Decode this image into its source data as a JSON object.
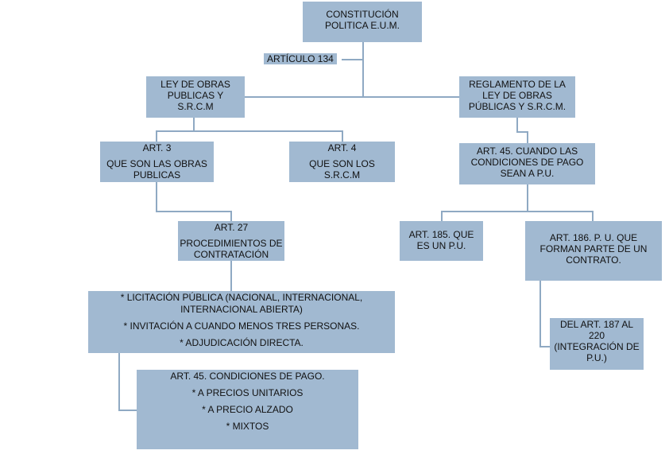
{
  "diagram": {
    "root": {
      "lines": [
        "CONSTITUCIÓN",
        "POLITICA E.U.M."
      ]
    },
    "article_label": "ARTÍCULO 134",
    "ley": {
      "lines": [
        "LEY DE OBRAS",
        "PUBLICAS Y",
        "S.R.C.M"
      ]
    },
    "reglamento": {
      "lines": [
        "REGLAMENTO DE LA",
        "LEY DE OBRAS",
        "PÚBLICAS Y S.R.C.M."
      ]
    },
    "art3": {
      "lines": [
        "ART. 3",
        "QUE SON LAS OBRAS",
        "PUBLICAS"
      ]
    },
    "art4": {
      "lines": [
        "ART. 4",
        "QUE SON LOS",
        "S.R.C.M"
      ]
    },
    "art45_reg": {
      "lines": [
        "ART. 45. CUANDO LAS",
        "CONDICIONES DE PAGO",
        "SEAN A P.U."
      ]
    },
    "art27": {
      "lines": [
        "ART. 27",
        "PROCEDIMIENTOS DE",
        "CONTRATACIÓN"
      ]
    },
    "art185": {
      "lines": [
        "ART. 185. QUE",
        "ES UN P.U."
      ]
    },
    "art186": {
      "lines": [
        "ART. 186. P. U. QUE",
        "FORMAN PARTE DE UN",
        "CONTRATO."
      ]
    },
    "procedimientos": {
      "lines": [
        "* LICITACIÓN PÚBLICA (NACIONAL, INTERNACIONAL,",
        "INTERNACIONAL ABIERTA)",
        "* INVITACIÓN A CUANDO MENOS TRES PERSONAS.",
        "* ADJUDICACIÓN DIRECTA."
      ]
    },
    "art187": {
      "lines": [
        "DEL ART. 187 AL",
        "220",
        "(INTEGRACIÓN DE",
        "P.U.)"
      ]
    },
    "art45_pago": {
      "lines": [
        "ART. 45. CONDICIONES DE PAGO.",
        "* A PRECIOS UNITARIOS",
        "* A PRECIO ALZADO",
        "* MIXTOS"
      ]
    }
  },
  "colors": {
    "box": "#a1b9d1",
    "line": "#8fa9c3",
    "text": "#111111"
  }
}
